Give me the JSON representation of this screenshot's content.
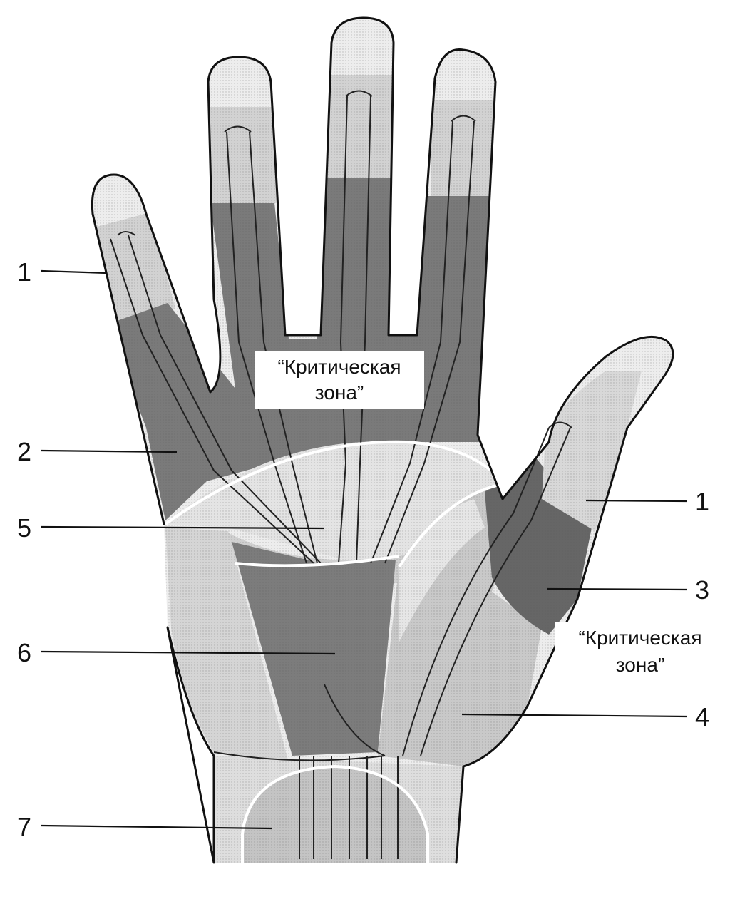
{
  "labels": {
    "finger_zone_1": "1",
    "web_zone_2": "2",
    "palm_zone_5": "5",
    "carpal_zone_6": "6",
    "wrist_zone_7": "7",
    "thumb_zone_1": "1",
    "thumb_zone_3": "3",
    "thumb_zone_4": "4"
  },
  "critical_zone_fingers": {
    "line1": "“Критическая",
    "line2": "зона”"
  },
  "critical_zone_thumb": {
    "line1": "“Критическая",
    "line2": "зона”"
  },
  "colors": {
    "light_tone": "#dcdcdc",
    "mid_tone": "#b5b5b5",
    "dark_tone": "#6f6f6f",
    "outline": "#111111"
  }
}
